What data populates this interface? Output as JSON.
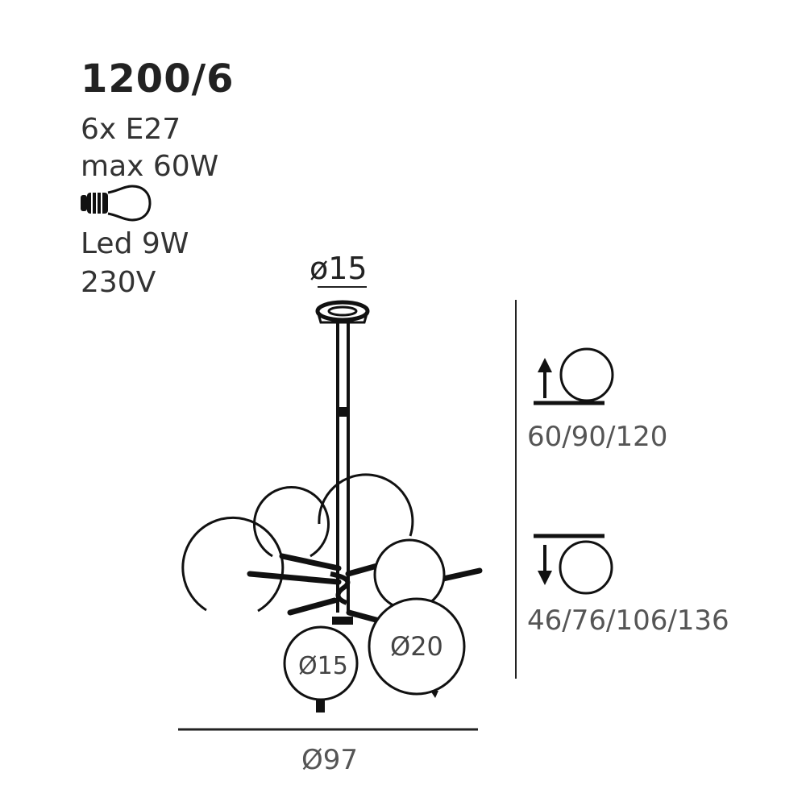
{
  "spec": {
    "model": "1200/6",
    "socket": "6x E27",
    "max_power": "max 60W",
    "bulb_icon": "led-bulb-icon",
    "led": "Led 9W",
    "voltage": "230V"
  },
  "dimensions": {
    "canopy_diameter": "ø15",
    "small_globe": "Ø15",
    "large_globe": "Ø20",
    "overall_width": "Ø97",
    "rod_lengths": "60/90/120",
    "drop_heights": "46/76/106/136"
  },
  "colors": {
    "line": "#1a1a1a",
    "text": "#555555"
  }
}
